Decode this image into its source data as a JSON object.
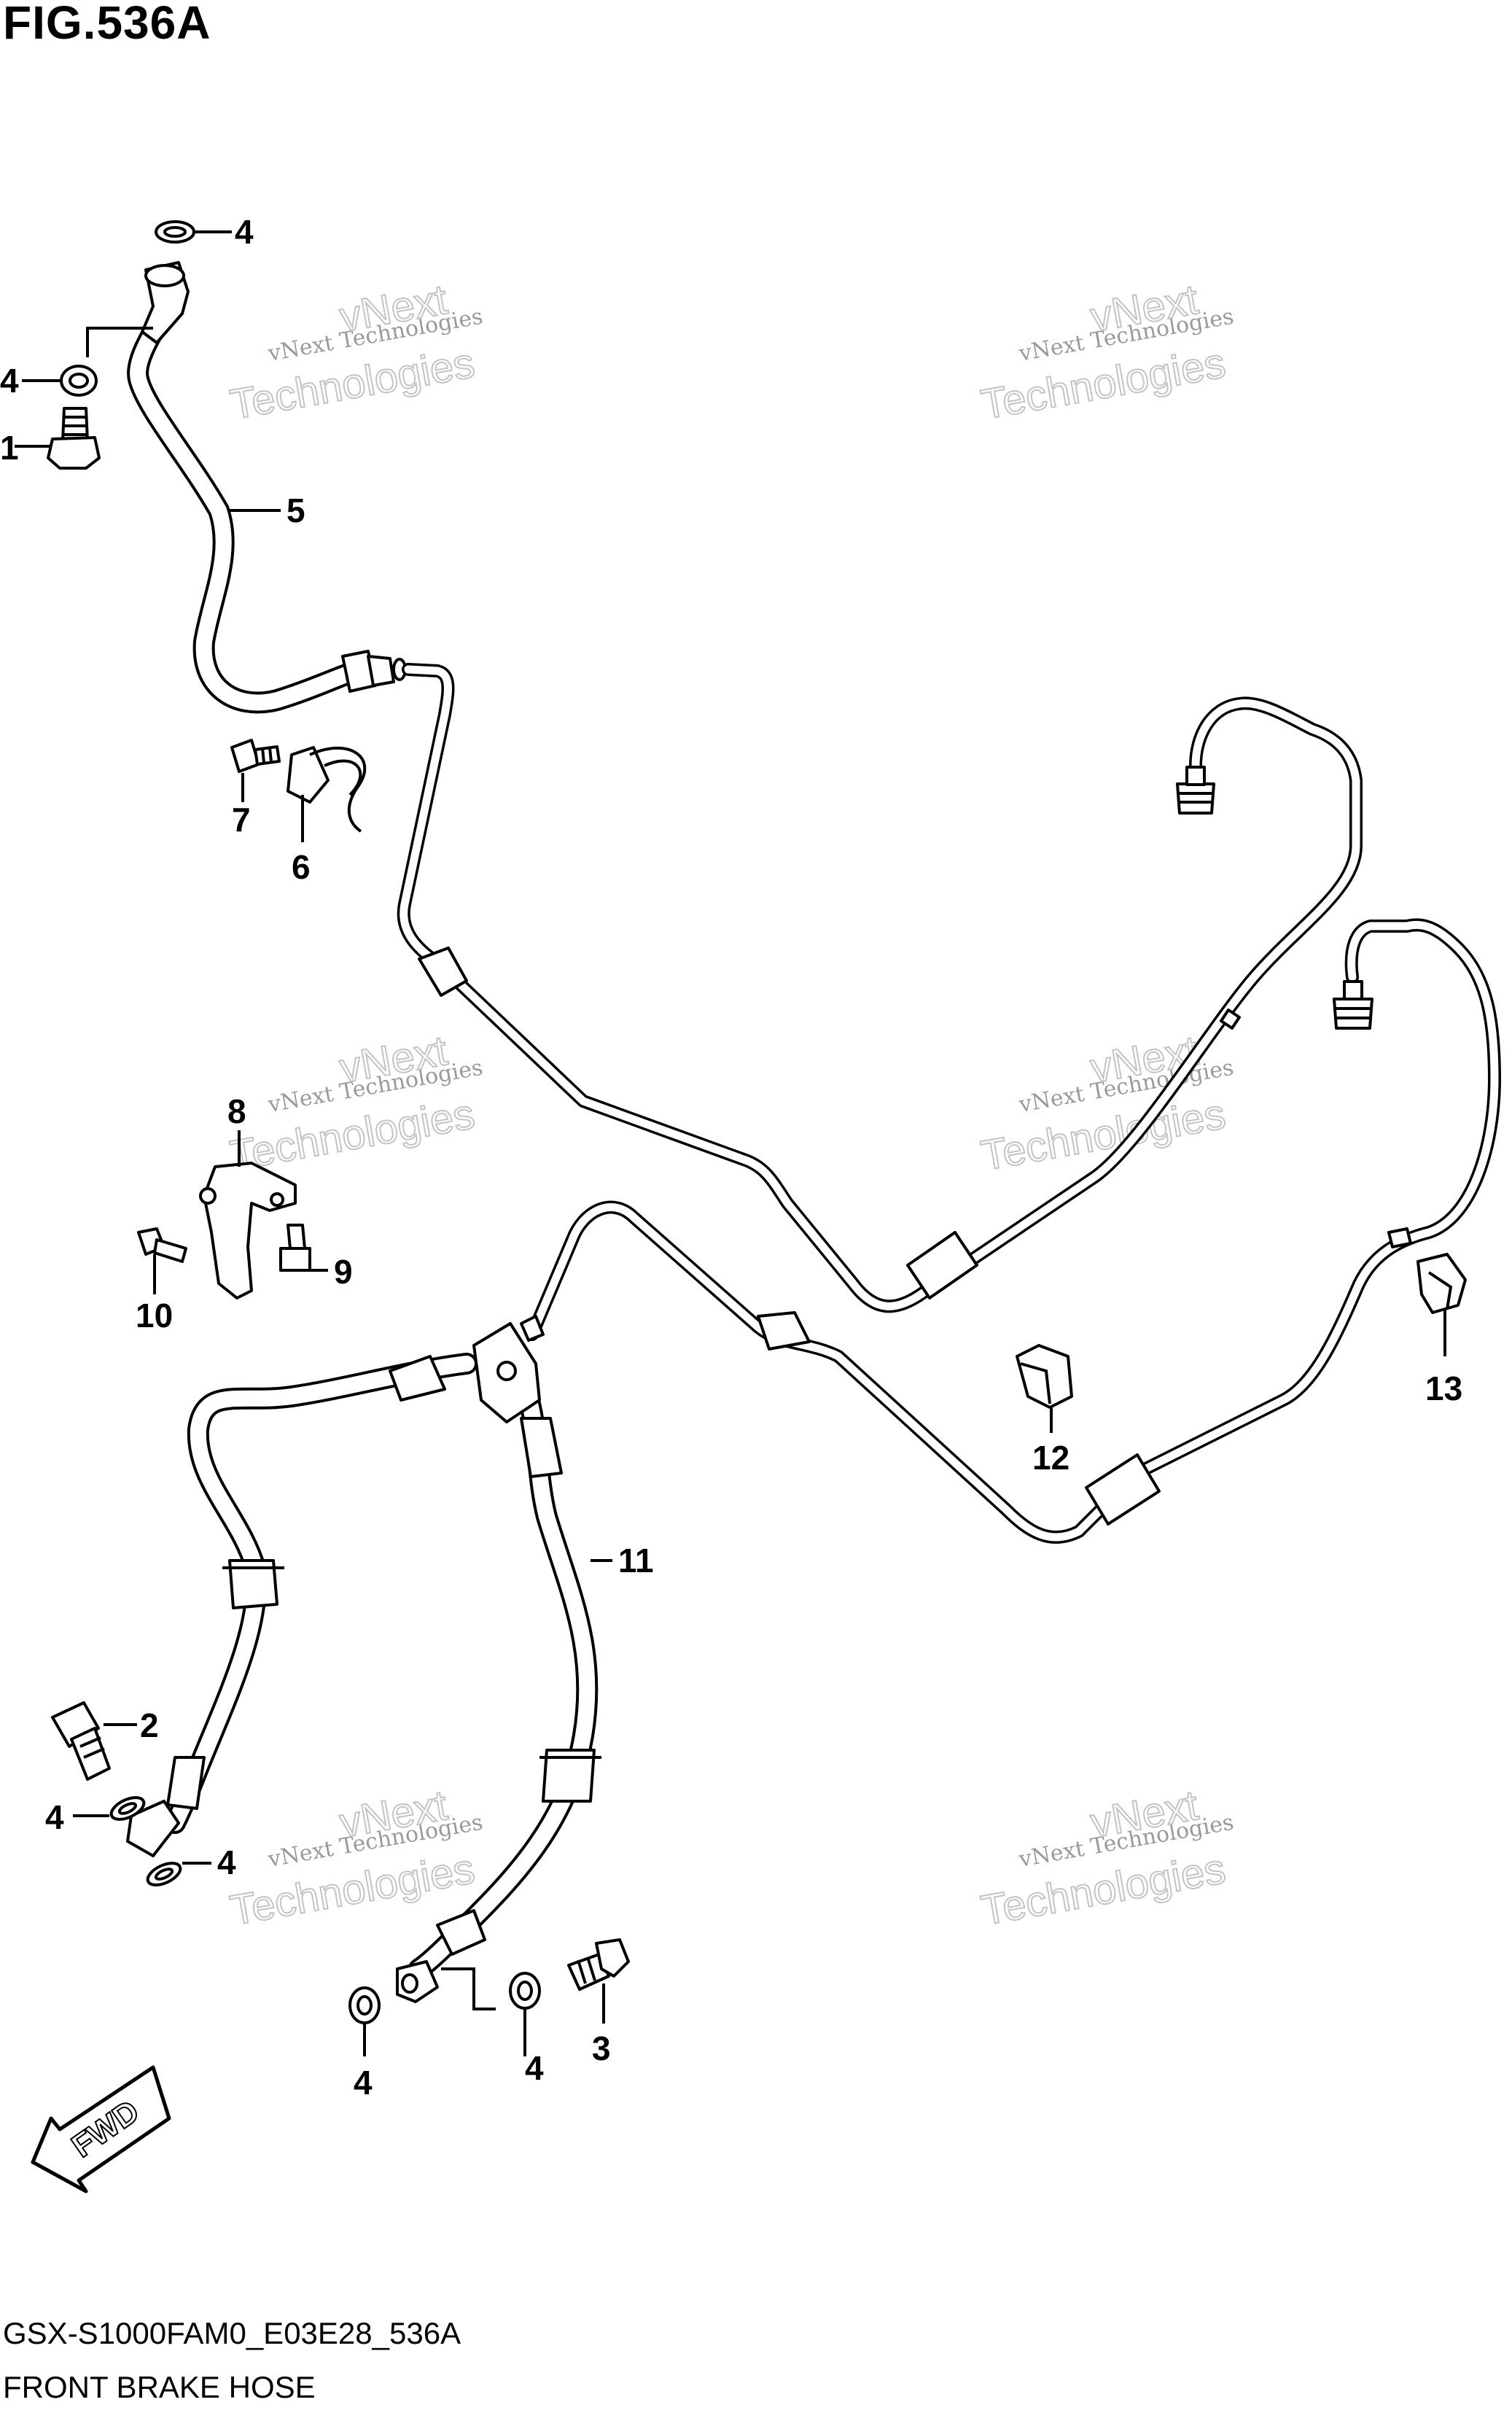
{
  "figure": {
    "title": "FIG.536A",
    "model_code": "GSX-S1000FAM0_E03E28_536A",
    "caption": "FRONT BRAKE HOSE"
  },
  "watermark": {
    "line1": "vNext Technologies",
    "line2": "vNext",
    "line3": "Technologies"
  },
  "direction_arrow": {
    "label": "FWD"
  },
  "callouts": [
    {
      "id": "c4a",
      "number": "4"
    },
    {
      "id": "c4b",
      "number": "4"
    },
    {
      "id": "c1",
      "number": "1"
    },
    {
      "id": "c5",
      "number": "5"
    },
    {
      "id": "c7",
      "number": "7"
    },
    {
      "id": "c6",
      "number": "6"
    },
    {
      "id": "c8",
      "number": "8"
    },
    {
      "id": "c9",
      "number": "9"
    },
    {
      "id": "c10",
      "number": "10"
    },
    {
      "id": "c11",
      "number": "11"
    },
    {
      "id": "c12",
      "number": "12"
    },
    {
      "id": "c13",
      "number": "13"
    },
    {
      "id": "c2",
      "number": "2"
    },
    {
      "id": "c4c",
      "number": "4"
    },
    {
      "id": "c4d",
      "number": "4"
    },
    {
      "id": "c4e",
      "number": "4"
    },
    {
      "id": "c4f",
      "number": "4"
    },
    {
      "id": "c3",
      "number": "3"
    }
  ]
}
